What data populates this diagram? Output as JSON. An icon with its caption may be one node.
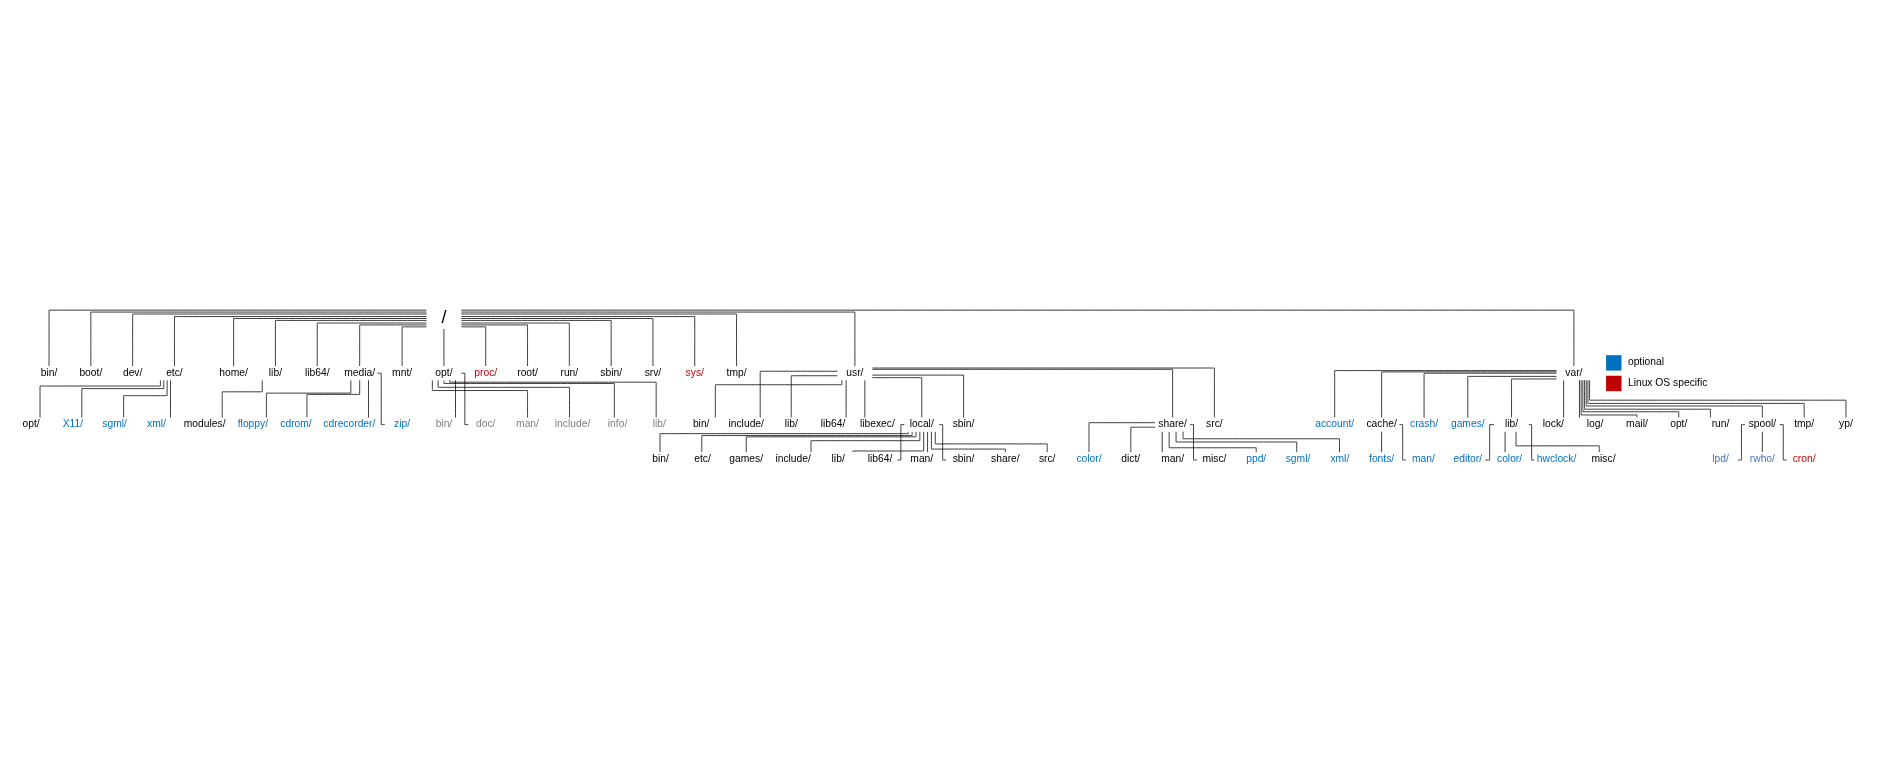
{
  "diagram": {
    "nodes": [
      {
        "text": [
          "/"
        ]
      },
      {
        "text": [
          "bin/"
        ]
      },
      {
        "text": [
          "boot/"
        ]
      },
      {
        "text": [
          "dev/"
        ]
      },
      {
        "text": [
          "etc/"
        ]
      },
      {
        "text": [
          "home/"
        ]
      },
      {
        "text": [
          "lib/"
        ]
      },
      {
        "text": [
          "lib64/"
        ]
      },
      {
        "text": [
          "media/"
        ]
      },
      {
        "text": [
          "mnt/"
        ]
      },
      {
        "text": [
          "opt/"
        ]
      },
      {
        "text": [
          "proc/"
        ]
      },
      {
        "text": [
          "root/"
        ]
      },
      {
        "text": [
          "run/"
        ]
      },
      {
        "text": [
          "sbin/"
        ]
      },
      {
        "text": [
          "srv/"
        ]
      },
      {
        "text": [
          "sys/"
        ]
      },
      {
        "text": [
          "tmp/"
        ]
      },
      {
        "text": [
          "usr/"
        ]
      },
      {
        "text": [
          "var/"
        ]
      },
      {
        "text": [
          "opt/"
        ]
      },
      {
        "text": [
          "X11/"
        ]
      },
      {
        "text": [
          "sgml/"
        ]
      },
      {
        "text": [
          "xml/"
        ]
      },
      {
        "text": [
          "modules/"
        ]
      },
      {
        "text": [
          "floppy/"
        ]
      },
      {
        "text": [
          "cdrom/"
        ]
      },
      {
        "text": [
          "cdrecorder/"
        ]
      },
      {
        "text": [
          "zip/"
        ]
      },
      {
        "text": [
          "bin/"
        ]
      },
      {
        "text": [
          "doc/"
        ]
      },
      {
        "text": [
          "man/"
        ]
      },
      {
        "text": [
          "include/"
        ]
      },
      {
        "text": [
          "info/"
        ]
      },
      {
        "text": [
          "lib/"
        ]
      },
      {
        "text": [
          "bin/"
        ]
      },
      {
        "text": [
          "include/"
        ]
      },
      {
        "text": [
          "lib/"
        ]
      },
      {
        "text": [
          "lib64/"
        ]
      },
      {
        "text": [
          "libexec/"
        ]
      },
      {
        "text": [
          "local/"
        ]
      },
      {
        "text": [
          "sbin/"
        ]
      },
      {
        "text": [
          "share/"
        ]
      },
      {
        "text": [
          "src/"
        ]
      },
      {
        "text": [
          "account/"
        ]
      },
      {
        "text": [
          "cache/"
        ]
      },
      {
        "text": [
          "crash/"
        ]
      },
      {
        "text": [
          "games/"
        ]
      },
      {
        "text": [
          "lib/"
        ]
      },
      {
        "text": [
          "lock/"
        ]
      },
      {
        "text": [
          "log/"
        ]
      },
      {
        "text": [
          "mail/"
        ]
      },
      {
        "text": [
          "opt/"
        ]
      },
      {
        "text": [
          "run/"
        ]
      },
      {
        "text": [
          "spool/"
        ]
      },
      {
        "text": [
          "tmp/"
        ]
      },
      {
        "text": [
          "yp/"
        ]
      },
      {
        "text": [
          "color/"
        ]
      },
      {
        "text": [
          "dict/"
        ]
      },
      {
        "text": [
          "man/"
        ]
      },
      {
        "text": [
          "misc/"
        ]
      },
      {
        "text": [
          "ppd/"
        ]
      },
      {
        "text": [
          "sgml/"
        ]
      },
      {
        "text": [
          "xml/"
        ]
      },
      {
        "text": [
          "editor/"
        ]
      },
      {
        "text": [
          "color/"
        ]
      },
      {
        "text": [
          "hwclock/"
        ]
      },
      {
        "text": [
          "misc/"
        ]
      },
      {
        "text": [
          "fonts/"
        ]
      },
      {
        "text": [
          "man/"
        ]
      },
      {
        "text": [
          "lpd/"
        ]
      },
      {
        "text": [
          "rwho/"
        ]
      },
      {
        "text": [
          "cron/"
        ]
      },
      {
        "text": [
          "bin/"
        ]
      },
      {
        "text": [
          "etc/"
        ]
      },
      {
        "text": [
          "games/"
        ]
      },
      {
        "text": [
          "include/"
        ]
      },
      {
        "text": [
          "lib/"
        ]
      },
      {
        "text": [
          "lib64/"
        ]
      },
      {
        "text": [
          "man/"
        ]
      },
      {
        "text": [
          "sbin/"
        ]
      },
      {
        "text": [
          "share/"
        ]
      },
      {
        "text": [
          "src/"
        ]
      }
    ],
    "edges": [
      {
        "from": 0,
        "to": 1,
        "arrow": "none"
      },
      {
        "from": 0,
        "to": 2,
        "arrow": "none"
      },
      {
        "from": 0,
        "to": 3,
        "arrow": "none"
      },
      {
        "from": 0,
        "to": 4,
        "arrow": "none"
      },
      {
        "from": 0,
        "to": 5,
        "arrow": "none"
      },
      {
        "from": 0,
        "to": 6,
        "arrow": "none"
      },
      {
        "from": 0,
        "to": 7,
        "arrow": "none"
      },
      {
        "from": 0,
        "to": 8,
        "arrow": "none"
      },
      {
        "from": 0,
        "to": 9,
        "arrow": "none"
      },
      {
        "from": 0,
        "to": 10,
        "arrow": "none"
      },
      {
        "from": 0,
        "to": 11,
        "arrow": "none"
      },
      {
        "from": 0,
        "to": 12,
        "arrow": "none"
      },
      {
        "from": 0,
        "to": 13,
        "arrow": "none"
      },
      {
        "from": 0,
        "to": 14,
        "arrow": "none"
      },
      {
        "from": 0,
        "to": 15,
        "arrow": "none"
      },
      {
        "from": 0,
        "to": 16,
        "arrow": "none"
      },
      {
        "from": 0,
        "to": 17,
        "arrow": "none"
      },
      {
        "from": 0,
        "to": 18,
        "arrow": "none"
      },
      {
        "from": 0,
        "to": 19,
        "arrow": "none"
      },
      {
        "from": 4,
        "to": 20,
        "arrow": "none"
      },
      {
        "from": 4,
        "to": 21,
        "arrow": "none"
      },
      {
        "from": 4,
        "to": 22,
        "arrow": "none"
      },
      {
        "from": 4,
        "to": 23,
        "arrow": "none"
      },
      {
        "from": 6,
        "to": 24,
        "arrow": "none"
      },
      {
        "from": 8,
        "to": 25,
        "arrow": "none"
      },
      {
        "from": 8,
        "to": 26,
        "arrow": "none"
      },
      {
        "from": 8,
        "to": 27,
        "arrow": "none"
      },
      {
        "from": 8,
        "to": 28,
        "arrow": "none"
      },
      {
        "from": 10,
        "to": 29,
        "arrow": "none"
      },
      {
        "from": 10,
        "to": 30,
        "arrow": "none"
      },
      {
        "from": 10,
        "to": 31,
        "arrow": "none"
      },
      {
        "from": 10,
        "to": 32,
        "arrow": "none"
      },
      {
        "from": 10,
        "to": 33,
        "arrow": "none"
      },
      {
        "from": 10,
        "to": 34,
        "arrow": "none"
      },
      {
        "from": 18,
        "to": 35,
        "arrow": "none"
      },
      {
        "from": 18,
        "to": 36,
        "arrow": "none"
      },
      {
        "from": 18,
        "to": 37,
        "arrow": "none"
      },
      {
        "from": 18,
        "to": 38,
        "arrow": "none"
      },
      {
        "from": 18,
        "to": 39,
        "arrow": "none"
      },
      {
        "from": 18,
        "to": 40,
        "arrow": "none"
      },
      {
        "from": 18,
        "to": 41,
        "arrow": "none"
      },
      {
        "from": 18,
        "to": 42,
        "arrow": "none"
      },
      {
        "from": 18,
        "to": 43,
        "arrow": "none"
      },
      {
        "from": 19,
        "to": 44,
        "arrow": "none"
      },
      {
        "from": 19,
        "to": 45,
        "arrow": "none"
      },
      {
        "from": 19,
        "to": 46,
        "arrow": "none"
      },
      {
        "from": 19,
        "to": 47,
        "arrow": "none"
      },
      {
        "from": 19,
        "to": 48,
        "arrow": "none"
      },
      {
        "from": 19,
        "to": 49,
        "arrow": "none"
      },
      {
        "from": 19,
        "to": 50,
        "arrow": "none"
      },
      {
        "from": 19,
        "to": 51,
        "arrow": "none"
      },
      {
        "from": 19,
        "to": 52,
        "arrow": "none"
      },
      {
        "from": 19,
        "to": 53,
        "arrow": "none"
      },
      {
        "from": 19,
        "to": 54,
        "arrow": "none"
      },
      {
        "from": 19,
        "to": 55,
        "arrow": "none"
      },
      {
        "from": 19,
        "to": 56,
        "arrow": "none"
      },
      {
        "from": 42,
        "to": 57,
        "arrow": "none"
      },
      {
        "from": 42,
        "to": 58,
        "arrow": "none"
      },
      {
        "from": 42,
        "to": 59,
        "arrow": "none"
      },
      {
        "from": 42,
        "to": 60,
        "arrow": "none"
      },
      {
        "from": 42,
        "to": 61,
        "arrow": "none"
      },
      {
        "from": 42,
        "to": 62,
        "arrow": "none"
      },
      {
        "from": 42,
        "to": 63,
        "arrow": "none"
      },
      {
        "from": 48,
        "to": 64,
        "arrow": "none"
      },
      {
        "from": 48,
        "to": 65,
        "arrow": "none"
      },
      {
        "from": 48,
        "to": 66,
        "arrow": "none"
      },
      {
        "from": 48,
        "to": 67,
        "arrow": "none"
      },
      {
        "from": 45,
        "to": 68,
        "arrow": "none"
      },
      {
        "from": 45,
        "to": 69,
        "arrow": "none"
      },
      {
        "from": 54,
        "to": 70,
        "arrow": "none"
      },
      {
        "from": 54,
        "to": 71,
        "arrow": "none"
      },
      {
        "from": 54,
        "to": 72,
        "arrow": "none"
      },
      {
        "from": 40,
        "to": 73,
        "arrow": "none"
      },
      {
        "from": 40,
        "to": 74,
        "arrow": "none"
      },
      {
        "from": 40,
        "to": 75,
        "arrow": "none"
      },
      {
        "from": 40,
        "to": 76,
        "arrow": "none"
      },
      {
        "from": 40,
        "to": 77,
        "arrow": "none"
      },
      {
        "from": 40,
        "to": 78,
        "arrow": "none"
      },
      {
        "from": 40,
        "to": 79,
        "arrow": "none"
      },
      {
        "from": 40,
        "to": 80,
        "arrow": "none"
      },
      {
        "from": 40,
        "to": 81,
        "arrow": "none"
      },
      {
        "from": 40,
        "to": 82,
        "arrow": "none"
      }
    ],
    "legend": [
      {
        "text": "optional",
        "color": "#0070c0"
      },
      {
        "text": "Linux OS specific",
        "color": "#c00000"
      }
    ]
  }
}
